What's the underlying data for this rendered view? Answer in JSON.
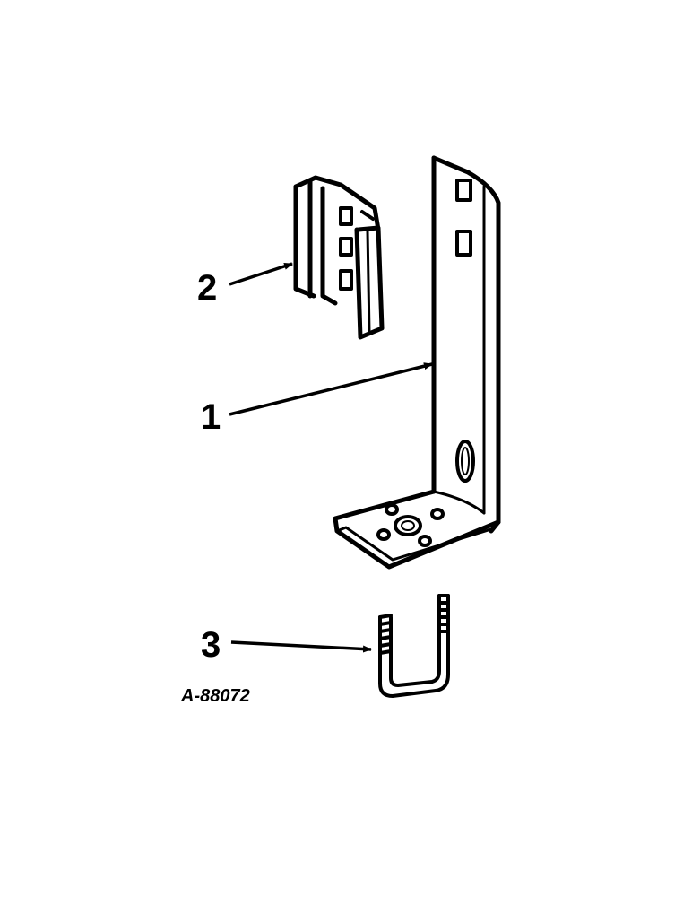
{
  "figure_ref": "A-88072",
  "parts": [
    {
      "callout": "1",
      "part": "mounting-bracket"
    },
    {
      "callout": "2",
      "part": "clip"
    },
    {
      "callout": "3",
      "part": "u-bolt"
    }
  ]
}
